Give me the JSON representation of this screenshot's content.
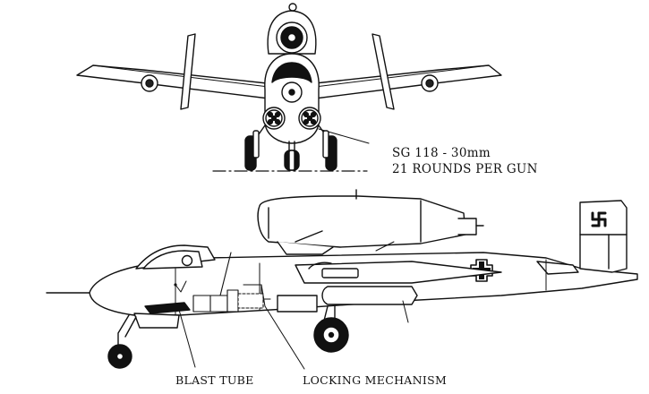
{
  "annotations": {
    "gun_spec_line1": "SG 118 - 30mm",
    "gun_spec_line2": "21 ROUNDS PER GUN",
    "blast_tube": "BLAST TUBE",
    "locking_mechanism": "LOCKING MECHANISM"
  },
  "colors": {
    "ink": "#111111",
    "paper": "#ffffff"
  }
}
